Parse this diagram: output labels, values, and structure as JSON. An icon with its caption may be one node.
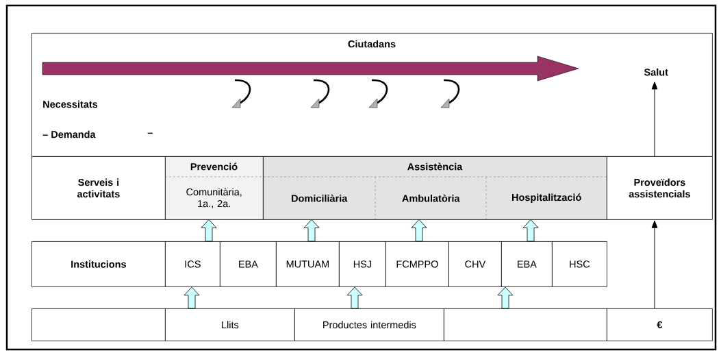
{
  "diagram": {
    "nodes": [
      {
        "text": [
          "Ciutadans"
        ]
      },
      {
        "text": [
          "Salut"
        ],
        "in": 0
      },
      {
        "text": [
          "Serveis i activitats"
        ]
      },
      {
        "text": [
          "Prevenció"
        ]
      },
      {
        "text": [
          "Comunitària, 1a., 2a."
        ],
        "in": 3
      },
      {
        "text": [
          "Assistència"
        ]
      },
      {
        "text": [
          "Domiciliària"
        ],
        "in": 5
      },
      {
        "text": [
          "Ambulatòria"
        ],
        "in": 5
      },
      {
        "text": [
          "Hospitalització"
        ],
        "in": 5
      },
      {
        "text": [
          "Proveïdors assistencials"
        ]
      },
      {
        "text": [
          "Institucions"
        ]
      },
      {
        "text": [
          "ICS"
        ]
      },
      {
        "text": [
          "EBA"
        ]
      },
      {
        "text": [
          "MUTUAM"
        ]
      },
      {
        "text": [
          "HSJ"
        ]
      },
      {
        "text": [
          "FCMPPO"
        ]
      },
      {
        "text": [
          "CHV"
        ]
      },
      {
        "text": [
          "EBA"
        ]
      },
      {
        "text": [
          "HSC"
        ]
      },
      {
        "text": [],
        "shape": "box"
      },
      {
        "text": [
          "Llits"
        ]
      },
      {
        "text": [
          "Productes intermedis"
        ]
      },
      {
        "text": [],
        "shape": "box"
      },
      {
        "text": [
          "€"
        ]
      }
    ],
    "edges": [
      {
        "from": 11,
        "to": 4,
        "arrow": "to",
        "style": "thick",
        "color": "#ccffff"
      },
      {
        "from": 13,
        "to": 6,
        "arrow": "to",
        "style": "thick",
        "color": "#ccffff"
      },
      {
        "from": 15,
        "to": 7,
        "arrow": "to",
        "style": "thick",
        "color": "#ccffff"
      },
      {
        "from": 17,
        "to": 8,
        "arrow": "to",
        "style": "thick",
        "color": "#ccffff"
      },
      {
        "from": 20,
        "to": 11,
        "arrow": "to",
        "style": "thick",
        "color": "#ccffff"
      },
      {
        "from": 21,
        "to": 14,
        "arrow": "to",
        "style": "thick",
        "color": "#ccffff"
      },
      {
        "from": 22,
        "to": 17,
        "arrow": "to",
        "style": "thick",
        "color": "#ccffff"
      },
      {
        "from": 23,
        "to": 9,
        "arrow": "to"
      },
      {
        "from": 9,
        "to": 1,
        "arrow": "to"
      }
    ],
    "labels": [
      "Necessitats",
      "– Demanda",
      "–"
    ]
  }
}
